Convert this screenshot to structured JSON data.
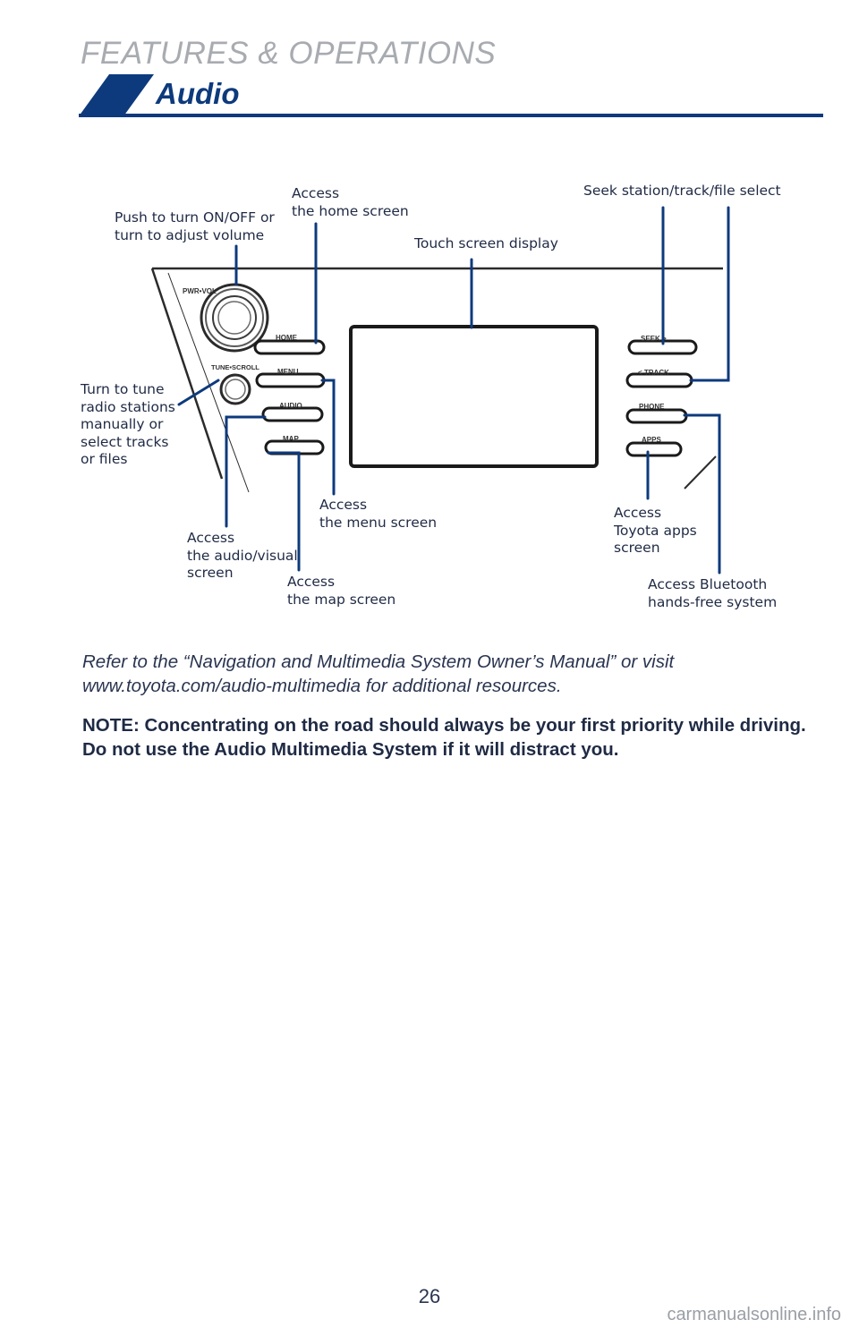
{
  "header": {
    "section": "FEATURES & OPERATIONS",
    "title": "Audio",
    "accent_color": "#0d3a7c"
  },
  "panel": {
    "knob_volume": "PWR•VOL",
    "knob_tune": "TUNE•SCROLL",
    "buttons_left": [
      "HOME",
      "MENU",
      "AUDIO",
      "MAP"
    ],
    "buttons_right": [
      "SEEK >",
      "< TRACK",
      "PHONE",
      "APPS"
    ]
  },
  "callouts": {
    "power": "Push to turn ON/OFF or\nturn to adjust volume",
    "home": "Access\nthe home screen",
    "seek": "Seek station/track/file select",
    "touch": "Touch screen display",
    "tune": "Turn to tune\nradio stations\nmanually or\nselect tracks\nor files",
    "menu": "Access\nthe menu screen",
    "audio": "Access\nthe audio/visual\nscreen",
    "map": "Access\nthe map screen",
    "apps": "Access\nToyota apps\nscreen",
    "phone": "Access Bluetooth\nhands-free system"
  },
  "reference_text": "Refer to the “Navigation and Multimedia System Owner’s Manual” or visit www.toyota.com/audio-multimedia for additional resources.",
  "note_text": "NOTE: Concentrating on the road should always be your first priority while driving. Do not use the Audio Multimedia System if it will distract you.",
  "page_number": "26",
  "watermark": "carmanualsonline.info"
}
